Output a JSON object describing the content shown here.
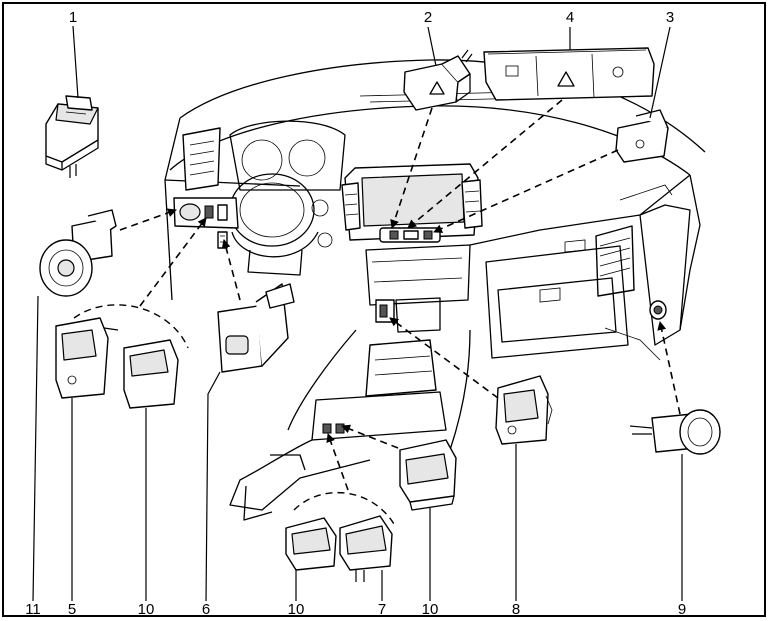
{
  "callouts": [
    "1",
    "2",
    "3",
    "4",
    "5",
    "6",
    "7",
    "8",
    "9",
    "10",
    "11"
  ],
  "bottom_labels": [
    "11",
    "5",
    "10",
    "6",
    "10",
    "7",
    "10",
    "8",
    "9"
  ]
}
